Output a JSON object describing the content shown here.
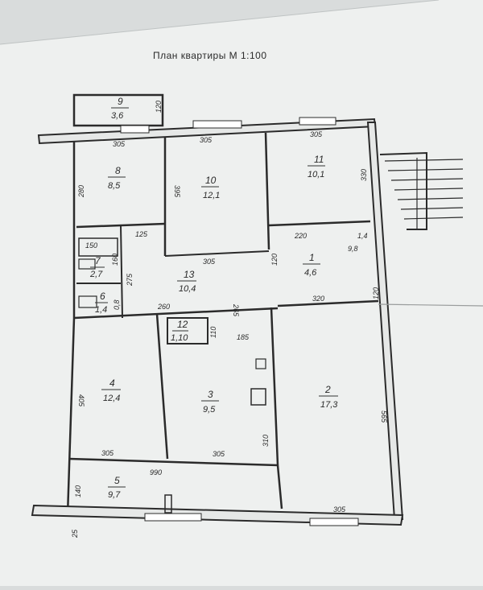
{
  "title": "План квартиры М 1:100",
  "rooms": [
    {
      "number": "9",
      "area": "3,6"
    },
    {
      "number": "8",
      "area": "8,5"
    },
    {
      "number": "10",
      "area": "12,1"
    },
    {
      "number": "11",
      "area": "10,1"
    },
    {
      "number": "7",
      "area": "2,7"
    },
    {
      "number": "6",
      "area": "1,4"
    },
    {
      "number": "13",
      "area": "10,4"
    },
    {
      "number": "1",
      "area": "4,6"
    },
    {
      "number": "12",
      "area": "1,10"
    },
    {
      "number": "4",
      "area": "12,4"
    },
    {
      "number": "3",
      "area": "9,5"
    },
    {
      "number": "2",
      "area": "17,3"
    },
    {
      "number": "5",
      "area": "9,7"
    }
  ],
  "dimensions": {
    "d1": "305",
    "d2": "305",
    "d3": "305",
    "d4": "120",
    "d5": "280",
    "d6": "395",
    "d7": "330",
    "d8": "220",
    "d9": "1,4",
    "d10": "9,8",
    "d11": "125",
    "d12": "150",
    "d13": "160",
    "d14": "275",
    "d15": "0,8",
    "d16": "305",
    "d17": "120",
    "d18": "260",
    "d19": "265",
    "d20": "110",
    "d21": "185",
    "d22": "320",
    "d23": "120",
    "d24": "405",
    "d25": "565",
    "d26": "310",
    "d27": "305",
    "d28": "305",
    "d29": "990",
    "d30": "140",
    "d31": "305",
    "d32": "25"
  }
}
